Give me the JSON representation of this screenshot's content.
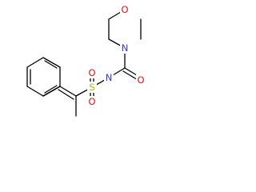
{
  "atoms": {
    "ring_oxygen": {
      "label": "O",
      "color": "#e01010"
    },
    "ring_nitrogen": {
      "label": "N",
      "color": "#2b3bd8"
    },
    "amide_nitrogen": {
      "label": "N",
      "color": "#2b3bd8"
    },
    "carbonyl_oxygen": {
      "label": "O",
      "color": "#e01010"
    },
    "oxygen_top": {
      "label": "O",
      "color": "#e01010"
    },
    "sulfur": {
      "label": "S",
      "color": "#b3b300"
    },
    "oxygen_bottom": {
      "label": "O",
      "color": "#e01010"
    }
  }
}
